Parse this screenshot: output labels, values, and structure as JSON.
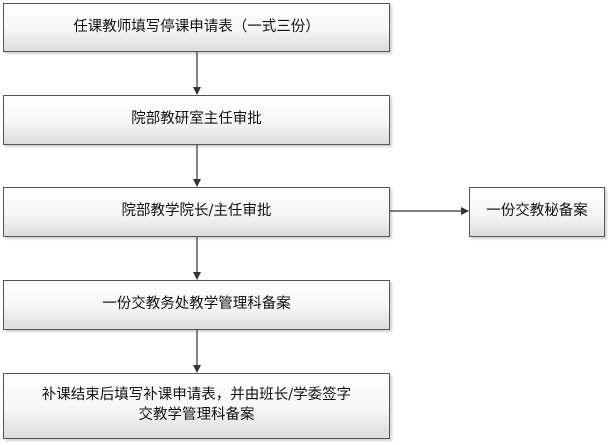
{
  "flowchart": {
    "steps": [
      "任课教师填写停课申请表（一式三份）",
      "院部教研室主任审批",
      "院部教学院长/主任审批",
      "一份交教务处教学管理科备案",
      "补课结束后填写补课申请表，并由班长/学委签字\n交教学管理科备案"
    ],
    "side_step": "一份交教秘备案"
  },
  "colors": {
    "border": "#555555",
    "arrow": "#333333",
    "text": "#111111"
  }
}
